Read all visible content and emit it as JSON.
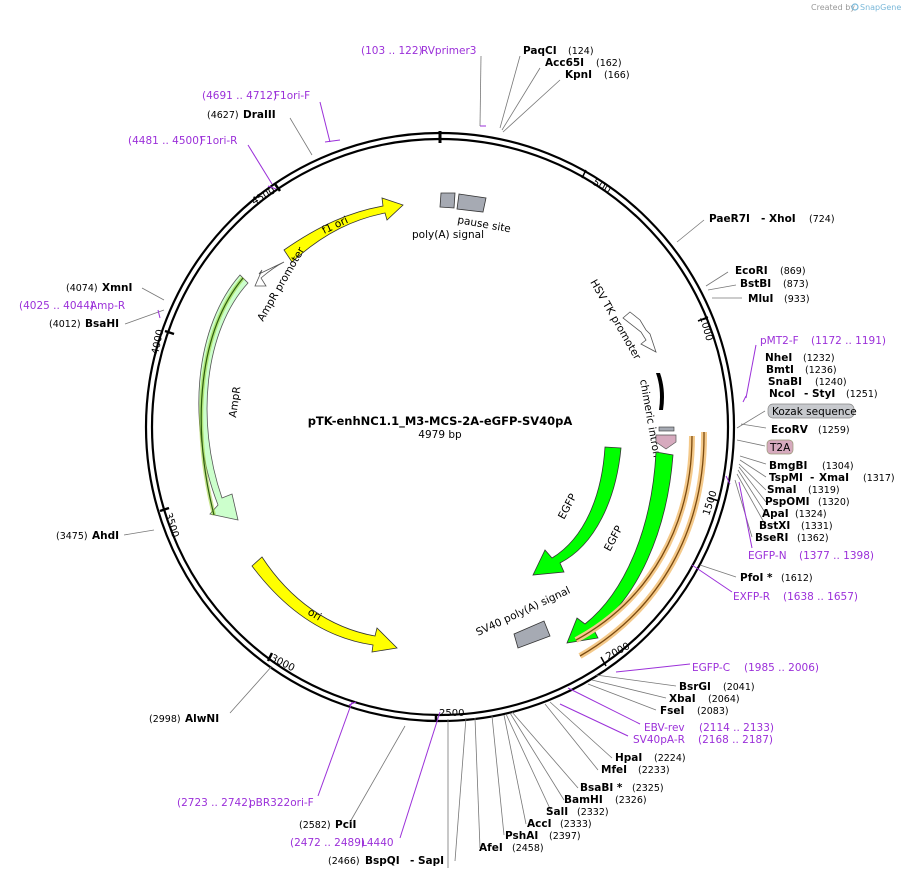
{
  "credit": {
    "created_by": "Created by",
    "brand": "SnapGene"
  },
  "plasmid": {
    "name": "pTK-enhNC1.1_M3-MCS-2A-eGFP-SV40pA",
    "size": "4979 bp"
  },
  "ticks": [
    "500",
    "1000",
    "1500",
    "2000",
    "2500",
    "3000",
    "3500",
    "4000",
    "4500"
  ],
  "features": {
    "f1_ori": "f1 ori",
    "pause_site": "pause site",
    "polyA_signal": "poly(A) signal",
    "hsv_tk_promoter": "HSV TK promoter",
    "chimeric_intron": "chimeric intron",
    "ampr_promoter": "AmpR promoter",
    "ampr": "AmpR",
    "egfp_1": "EGFP",
    "egfp_2": "EGFP",
    "sv40_polyA": "SV40 poly(A) signal",
    "ori": "ori",
    "kozak": "Kozak sequence",
    "t2a": "T2A"
  },
  "colors": {
    "yellow": "#ffff00",
    "light_green": "#ccffcc",
    "bright_green": "#00ff00",
    "primer": "#9b30d9",
    "gray_feature": "#a6aab3",
    "t2a_pink": "#d6aabe",
    "orange_glow": "#f4c98a"
  },
  "labels": {
    "rvprimer3": {
      "pos": "(103 .. 122)",
      "name": "RVprimer3"
    },
    "paqci": {
      "name": "PaqCI",
      "pos": "(124)"
    },
    "acc65i": {
      "name": "Acc65I",
      "pos": "(162)"
    },
    "kpni": {
      "name": "KpnI",
      "pos": "(166)"
    },
    "f1ori_f": {
      "pos": "(4691 .. 4712)",
      "name": "F1ori-F"
    },
    "draiii": {
      "pos": "(4627)",
      "name": "DraIII"
    },
    "f1ori_r": {
      "pos": "(4481 .. 4500)",
      "name": "F1ori-R"
    },
    "paer7i": {
      "name": "PaeR7I",
      "sep": "-",
      "name2": "XhoI",
      "pos": "(724)"
    },
    "ecori": {
      "name": "EcoRI",
      "pos": "(869)"
    },
    "bstbi": {
      "name": "BstBI",
      "pos": "(873)"
    },
    "mlui": {
      "name": "MluI",
      "pos": "(933)"
    },
    "pmt2f": {
      "name": "pMT2-F",
      "pos": "(1172 .. 1191)"
    },
    "nhei": {
      "name": "NheI",
      "pos": "(1232)"
    },
    "bmti": {
      "name": "BmtI",
      "pos": "(1236)"
    },
    "snabi": {
      "name": "SnaBI",
      "pos": "(1240)"
    },
    "ncoi": {
      "name": "NcoI",
      "sep": "-",
      "name2": "StyI",
      "pos": "(1251)"
    },
    "ecorv": {
      "name": "EcoRV",
      "pos": "(1259)"
    },
    "bmgbi": {
      "name": "BmgBI",
      "pos": "(1304)"
    },
    "tspmi": {
      "name": "TspMI",
      "sep": "-",
      "name2": "XmaI",
      "pos": "(1317)"
    },
    "smai": {
      "name": "SmaI",
      "pos": "(1319)"
    },
    "pspomi": {
      "name": "PspOMI",
      "pos": "(1320)"
    },
    "apai": {
      "name": "ApaI",
      "pos": "(1324)"
    },
    "bstxi": {
      "name": "BstXI",
      "pos": "(1331)"
    },
    "bseri": {
      "name": "BseRI",
      "pos": "(1362)"
    },
    "egfpn": {
      "name": "EGFP-N",
      "pos": "(1377 .. 1398)"
    },
    "pfoi": {
      "name": "PfoI *",
      "pos": "(1612)"
    },
    "exfpr": {
      "name": "EXFP-R",
      "pos": "(1638 .. 1657)"
    },
    "egfpc": {
      "name": "EGFP-C",
      "pos": "(1985 .. 2006)"
    },
    "bsrgi": {
      "name": "BsrGI",
      "pos": "(2041)"
    },
    "xbai": {
      "name": "XbaI",
      "pos": "(2064)"
    },
    "fsei": {
      "name": "FseI",
      "pos": "(2083)"
    },
    "ebvrev": {
      "name": "EBV-rev",
      "pos": "(2114 .. 2133)"
    },
    "sv40par": {
      "name": "SV40pA-R",
      "pos": "(2168 .. 2187)"
    },
    "hpai": {
      "name": "HpaI",
      "pos": "(2224)"
    },
    "mfei": {
      "name": "MfeI",
      "pos": "(2233)"
    },
    "bsabi": {
      "name": "BsaBI *",
      "pos": "(2325)"
    },
    "bamhi": {
      "name": "BamHI",
      "pos": "(2326)"
    },
    "sali": {
      "name": "SalI",
      "pos": "(2332)"
    },
    "acci": {
      "name": "AccI",
      "pos": "(2333)"
    },
    "pshai": {
      "name": "PshAI",
      "pos": "(2397)"
    },
    "afei": {
      "name": "AfeI",
      "pos": "(2458)"
    },
    "bspqi": {
      "pos": "(2466)",
      "name": "BspQI",
      "sep": "-",
      "name2": "SapI"
    },
    "l4440": {
      "pos": "(2472 .. 2489)",
      "name": "L4440"
    },
    "pcii": {
      "pos": "(2582)",
      "name": "PciI"
    },
    "pbr322": {
      "pos": "(2723 .. 2742)",
      "name": "pBR322ori-F"
    },
    "alwni": {
      "pos": "(2998)",
      "name": "AlwNI"
    },
    "ahdi": {
      "pos": "(3475)",
      "name": "AhdI"
    },
    "bsahi": {
      "pos": "(4012)",
      "name": "BsaHI"
    },
    "ampr_primer": {
      "pos": "(4025 .. 4044)",
      "name": "Amp-R"
    },
    "xmni": {
      "pos": "(4074)",
      "name": "XmnI"
    }
  }
}
